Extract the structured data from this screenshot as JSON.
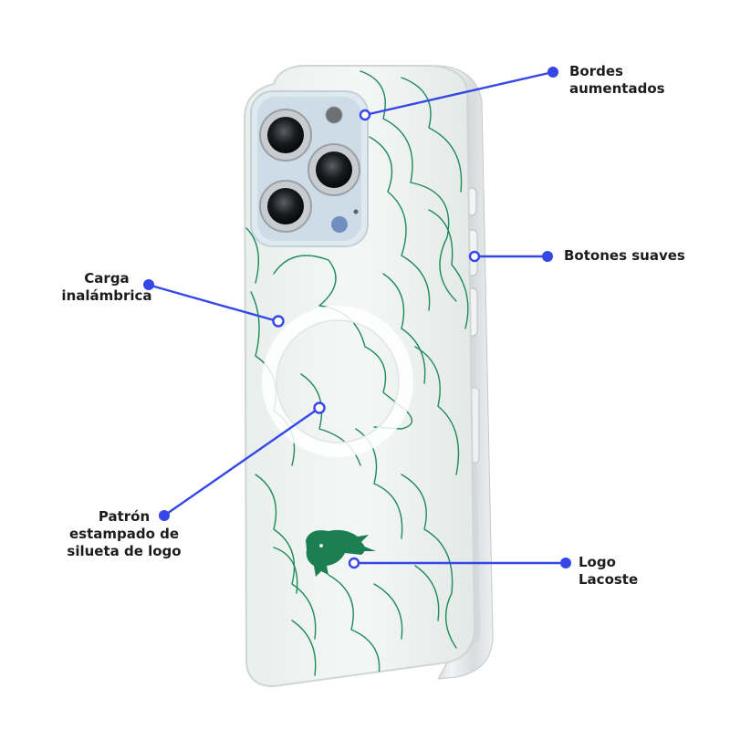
{
  "product": {
    "image": "phone-case-product-photo",
    "accent_color": "#3547e6",
    "pattern_color": "#1e8a5c",
    "case_tint": "#eef3f1"
  },
  "callouts": {
    "bordes": {
      "line1": "Bordes",
      "line2": "aumentados"
    },
    "botones": {
      "line1": "Botones suaves"
    },
    "carga": {
      "line1": "Carga",
      "line2": "inalámbrica"
    },
    "patron": {
      "line1": "Patrón",
      "line2": "estampado de",
      "line3": "silueta de logo"
    },
    "logo": {
      "line1": "Logo",
      "line2": "Lacoste"
    }
  }
}
